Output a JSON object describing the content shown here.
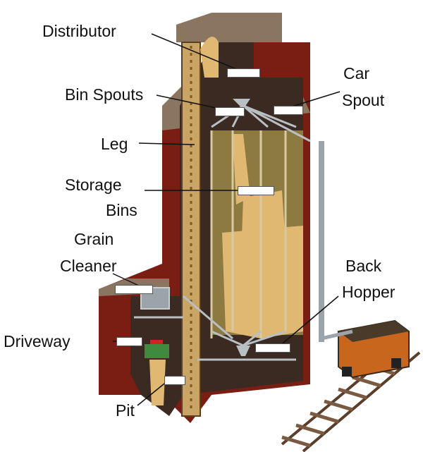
{
  "labels": {
    "distributor": "Distributor",
    "bin_spouts": "Bin Spouts",
    "car_spout_1": "Car",
    "car_spout_2": "Spout",
    "leg": "Leg",
    "storage_bins_1": "Storage",
    "storage_bins_2": "Bins",
    "grain_cleaner_1": "Grain",
    "grain_cleaner_2": "Cleaner",
    "back_hopper_1": "Back",
    "back_hopper_2": "Hopper",
    "driveway": "Driveway",
    "pit": "Pit"
  },
  "colors": {
    "brick": "#7a1e14",
    "roof": "#8a7560",
    "interior": "#3a2a22",
    "grain": "#e0b872",
    "steel": "#b9c0c4"
  }
}
